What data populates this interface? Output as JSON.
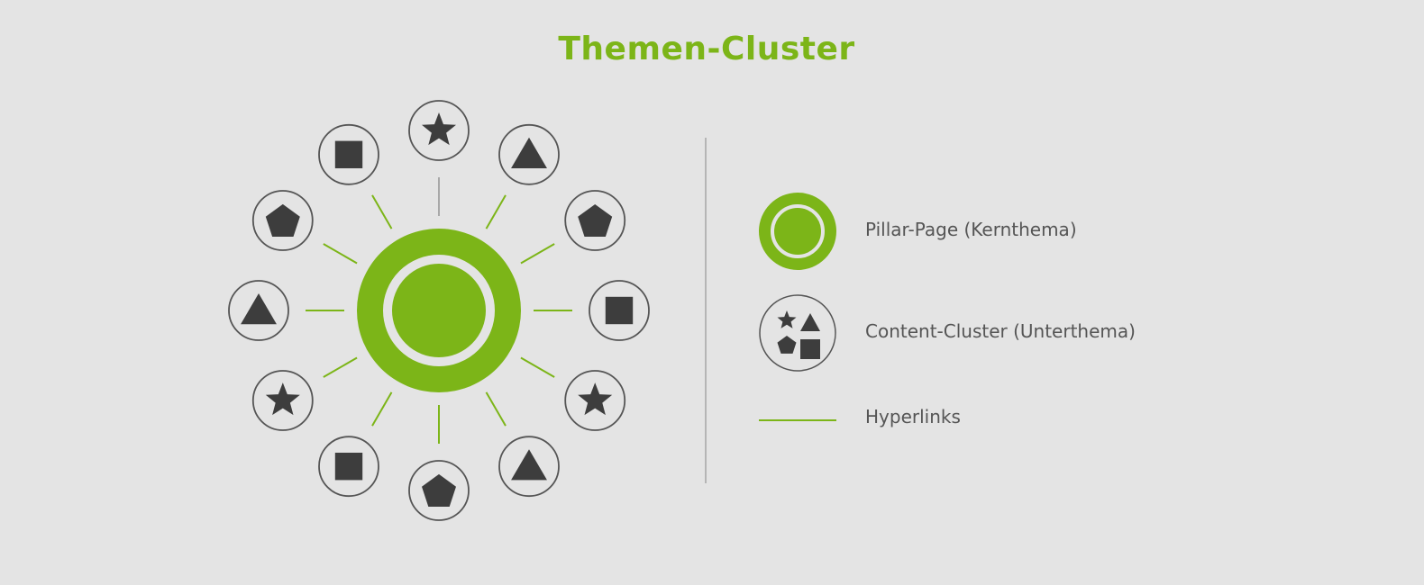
{
  "title": "Themen-Cluster",
  "colors": {
    "accent": "#7cb518",
    "shape": "#3d3d3d",
    "background": "#e4e4e4",
    "ring": "#e4e4e4",
    "top_spoke": "#a8a8a8"
  },
  "cluster": {
    "center": "pillar-page",
    "satellites_clockwise_from_top": [
      "star",
      "triangle",
      "pentagon",
      "square",
      "star",
      "triangle",
      "pentagon",
      "square",
      "star",
      "triangle",
      "pentagon",
      "square"
    ]
  },
  "legend": {
    "items": [
      {
        "icon": "pillar-page-icon",
        "label": "Pillar-Page (Kernthema)"
      },
      {
        "icon": "content-cluster-icon",
        "label": "Content-Cluster (Unterthema)"
      },
      {
        "icon": "hyperlink-line-icon",
        "label": "Hyperlinks"
      }
    ]
  }
}
